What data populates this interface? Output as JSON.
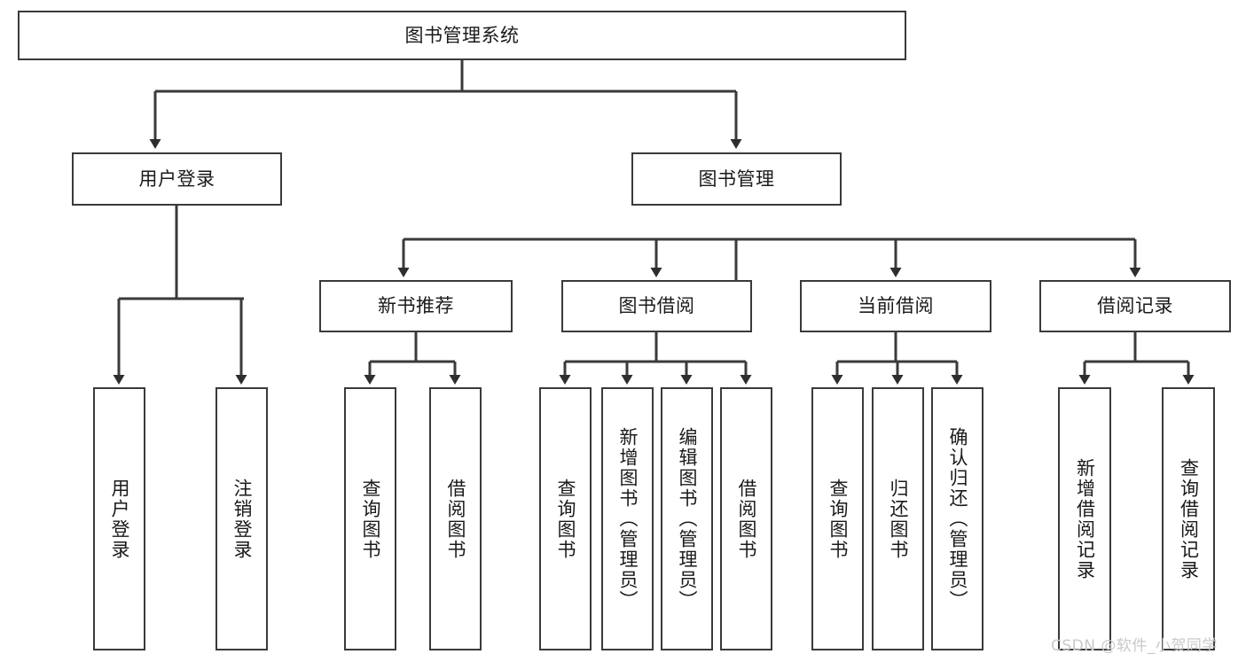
{
  "diagram": {
    "title": "图书管理系统",
    "type": "hierarchy-tree",
    "background_color": "#ffffff",
    "line_color": "#3a3a3a",
    "box_border_color": "#3a3a3a",
    "text_color": "#1a1a1a",
    "watermark": "CSDN @软件_小贺同学"
  },
  "nodes": {
    "root": {
      "label": "图书管理系统"
    },
    "level1": [
      {
        "label": "用户登录"
      },
      {
        "label": "图书管理"
      }
    ],
    "level2": [
      {
        "label": "新书推荐"
      },
      {
        "label": "图书借阅"
      },
      {
        "label": "当前借阅"
      },
      {
        "label": "借阅记录"
      }
    ],
    "leaves": {
      "user_login": [
        {
          "label": "用户登录"
        },
        {
          "label": "注销登录"
        }
      ],
      "new_book_recommend": [
        {
          "label": "查询图书"
        },
        {
          "label": "借阅图书"
        }
      ],
      "book_borrow": [
        {
          "label": "查询图书"
        },
        {
          "label": "新增图书（管理员）"
        },
        {
          "label": "编辑图书（管理员）"
        },
        {
          "label": "借阅图书"
        }
      ],
      "current_borrow": [
        {
          "label": "查询图书"
        },
        {
          "label": "归还图书"
        },
        {
          "label": "确认归还（管理员）"
        }
      ],
      "borrow_record": [
        {
          "label": "新增借阅记录"
        },
        {
          "label": "查询借阅记录"
        }
      ]
    }
  }
}
